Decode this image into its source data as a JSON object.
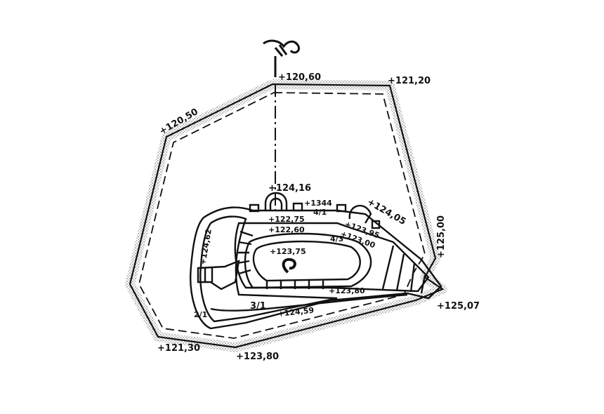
{
  "north_sign": "north-arrow",
  "elevations": {
    "top_left_corner": "+120,60",
    "top_right_corner": "+121,20",
    "left_corner": "+120,50",
    "right_side": "+125,00",
    "tail_end": "+125,07",
    "bottom_left": "+121,30",
    "bottom_mid": "+123,80",
    "tower_north": "+124,16",
    "rampart_top": "+1344",
    "tower_east": "+124,05",
    "inner_1": "+122,75",
    "inner_2": "+122,60",
    "inner_east_1": "+123,95",
    "inner_east_2": "+123,00",
    "court": "+123,75",
    "west_gate": "+124,62",
    "south_inner": "+123,80",
    "south_ditch": "+124,59"
  },
  "slopes": {
    "top": "4/1",
    "court_top": "4/3",
    "bailey": "3/1",
    "west": "2/1"
  },
  "colors": {
    "ink": "#111111",
    "hatch": "#9a9a9a",
    "paper": "#ffffff"
  }
}
